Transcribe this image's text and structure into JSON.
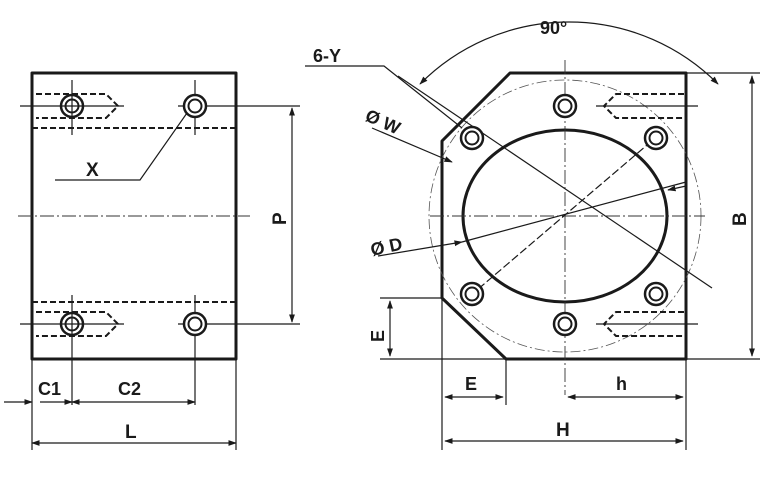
{
  "labels": {
    "c1": "C1",
    "c2": "C2",
    "l": "L",
    "x": "X",
    "p": "P",
    "six_y": "6-Y",
    "angle": "90°",
    "w": "Ø W",
    "d": "Ø D",
    "b": "B",
    "e_vertical": "E",
    "e_horizontal": "E",
    "h_lower": "h",
    "h_upper": "H"
  },
  "colors": {
    "line": "#1a1a1a",
    "background": "#ffffff"
  }
}
